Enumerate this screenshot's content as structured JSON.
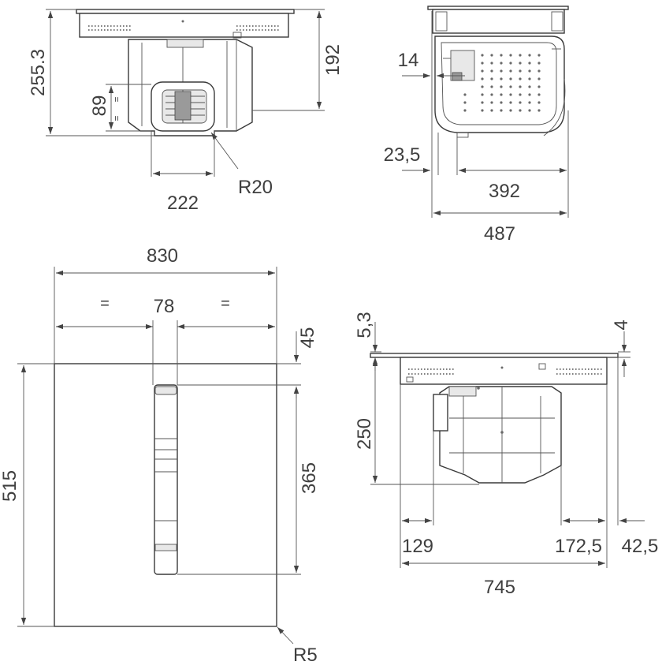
{
  "dimensions": {
    "front": {
      "total_height": "255.3",
      "body_height": "192",
      "fan_height": "89",
      "fan_width": "222",
      "corner_radius": "R20",
      "equal": "="
    },
    "side": {
      "offset": "14",
      "front_gap": "23,5",
      "depth": "392",
      "total_depth": "487"
    },
    "top": {
      "width": "830",
      "equal_left": "=",
      "slot_width": "78",
      "equal_right": "=",
      "front_margin": "45",
      "depth": "515",
      "slot_length": "365",
      "corner_radius": "R5"
    },
    "rear": {
      "glass_thickness": "5,3",
      "frame_offset": "4",
      "body_height": "250",
      "left_offset": "129",
      "right_offset": "172,5",
      "edge_offset": "42,5",
      "body_width": "745"
    }
  }
}
